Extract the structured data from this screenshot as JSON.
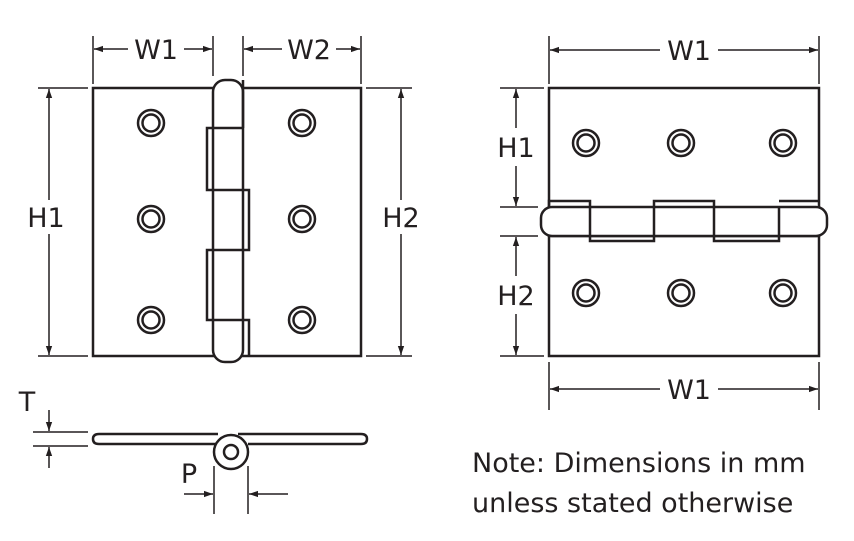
{
  "labels": {
    "front_width_left": "W1",
    "front_width_right": "W2",
    "front_height_left": "H1",
    "front_height_right": "H2",
    "top_width": "W1",
    "side_height_top": "H1",
    "side_height_bottom": "H2",
    "bottom_width": "W1",
    "thickness": "T",
    "pin": "P"
  },
  "note": {
    "line1": "Note: Dimensions in mm",
    "line2": "unless stated otherwise"
  }
}
